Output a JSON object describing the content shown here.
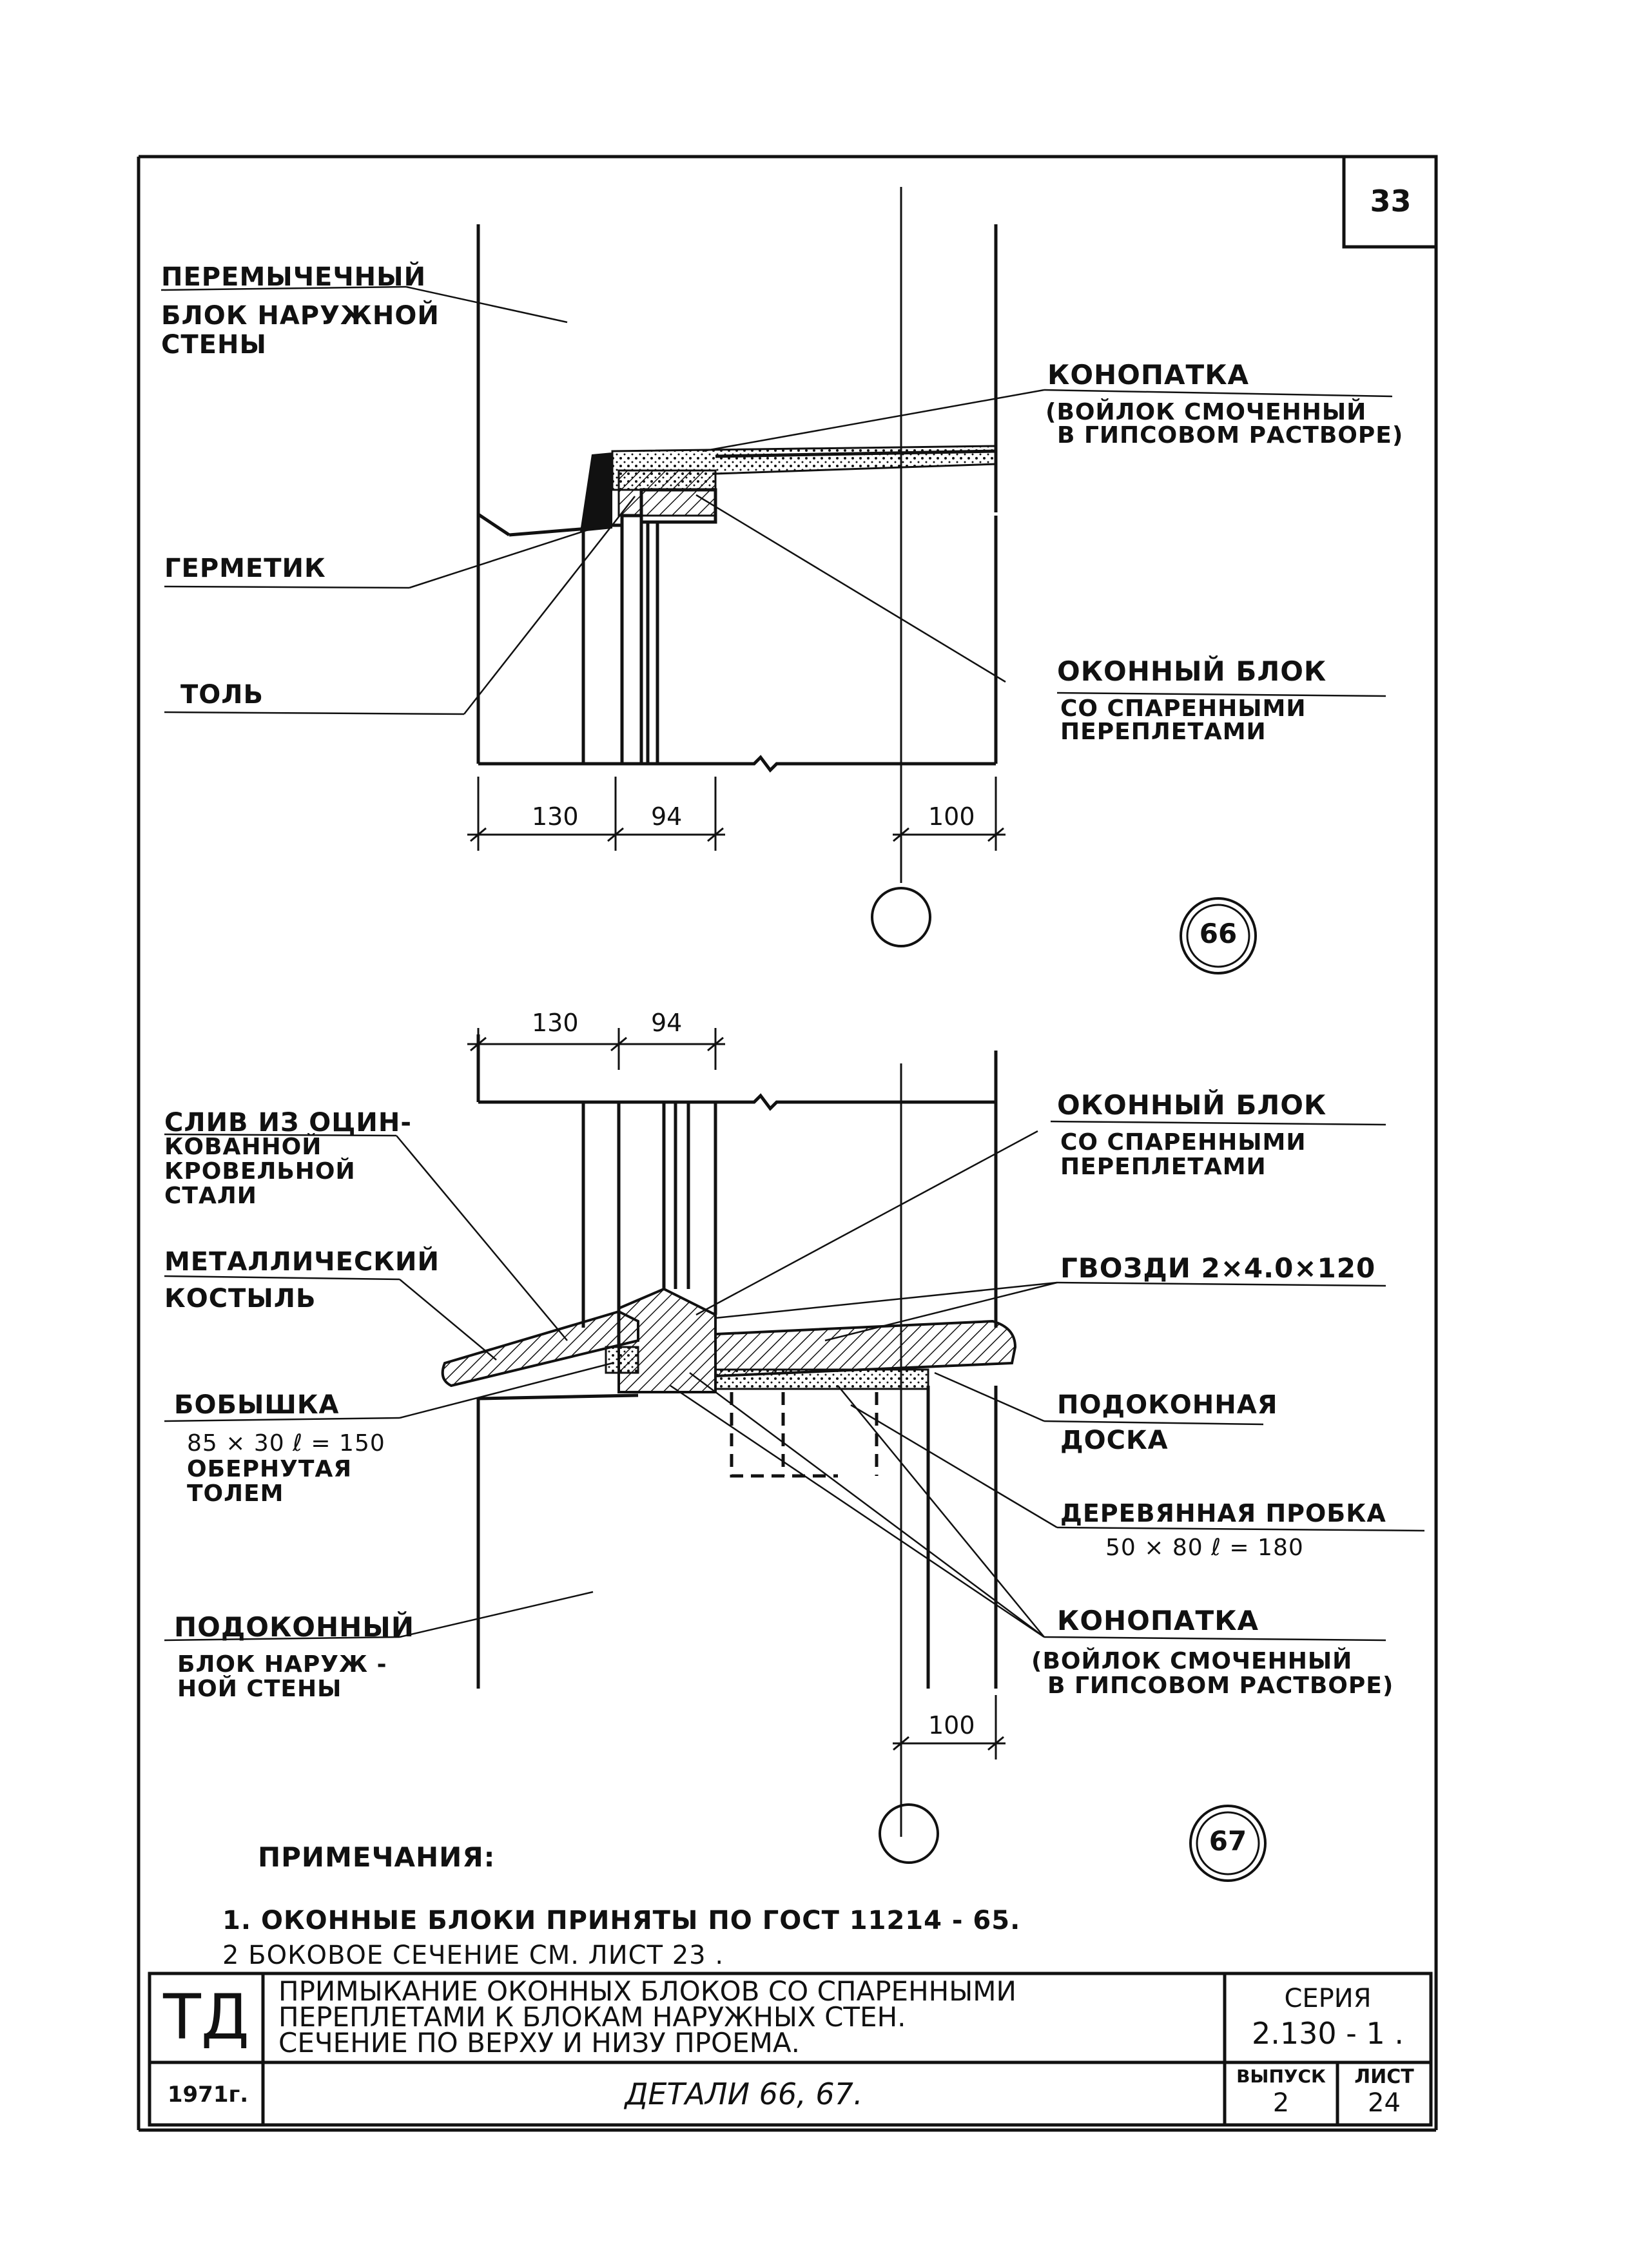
{
  "sheet_number": "33",
  "upper_detail": {
    "number": "66",
    "labels": {
      "lintel_block": [
        "ПЕРЕМЫЧЕЧНЫЙ",
        "БЛОК НАРУЖНОЙ",
        "СТЕНЫ"
      ],
      "caulk_title": "КОНОПАТКА",
      "caulk_desc": [
        "(ВОЙЛОК СМОЧЕННЫЙ",
        "В ГИПСОВОМ РАСТВОРЕ)"
      ],
      "sealant": "ГЕРМЕТИК",
      "tol": "ТОЛЬ",
      "window_title": "ОКОННЫЙ БЛОК",
      "window_desc": [
        "СО СПАРЕННЫМИ",
        "ПЕРЕПЛЕТАМИ"
      ]
    },
    "dims": [
      "130",
      "94",
      "100"
    ]
  },
  "lower_detail": {
    "number": "67",
    "dims_top": [
      "130",
      "94"
    ],
    "dim_bottom": "100",
    "labels": {
      "drip": [
        "СЛИВ ИЗ ОЦИН-",
        "КОВАННОЙ",
        "КРОВЕЛЬНОЙ",
        "СТАЛИ"
      ],
      "crutch": [
        "МЕТАЛЛИЧЕСКИЙ",
        "КОСТЫЛЬ"
      ],
      "boss_title": "БОБЫШКА",
      "boss_desc": [
        "85 × 30  ℓ = 150",
        "ОБЕРНУТАЯ",
        "ТОЛЕМ"
      ],
      "sill_block": [
        "ПОДОКОННЫЙ",
        "БЛОК НАРУЖ -",
        "НОЙ СТЕНЫ"
      ],
      "window_title": "ОКОННЫЙ  БЛОК",
      "window_desc": [
        "СО  СПАРЕННЫМИ",
        "ПЕРЕПЛЕТАМИ"
      ],
      "nails": "ГВОЗДИ  2×4.0×120",
      "sill_board": [
        "ПОДОКОННАЯ",
        "ДОСКА"
      ],
      "plug_title": "ДЕРЕВЯННАЯ  ПРОБКА",
      "plug_desc": "50 × 80     ℓ = 180",
      "caulk_title": "КОНОПАТКА",
      "caulk_desc": [
        "(ВОЙЛОК СМОЧЕННЫЙ",
        "В ГИПСОВОМ РАСТВОРЕ)"
      ]
    }
  },
  "notes": {
    "heading": "ПРИМЕЧАНИЯ:",
    "items": [
      "1. ОКОННЫЕ БЛОКИ ПРИНЯТЫ ПО ГОСТ  11214 - 65.",
      "2  БОКОВОЕ  СЕЧЕНИЕ  СМ.  ЛИСТ 23 ."
    ]
  },
  "title_block": {
    "org": "ТД",
    "year": "1971г.",
    "title_lines": [
      "ПРИМЫКАНИЕ  ОКОННЫХ  БЛОКОВ СО СПАРЕННЫМИ",
      "ПЕРЕПЛЕТАМИ  К  БЛОКАМ  НАРУЖНЫХ  СТЕН.",
      "СЕЧЕНИЕ  ПО  ВЕРХУ   И   НИЗУ   ПРОЕМА."
    ],
    "subtitle": "ДЕТАЛИ  66, 67.",
    "series_label": "СЕРИЯ",
    "series_value": "2.130 - 1 .",
    "issue_label": "ВЫПУСК",
    "issue_value": "2",
    "sheet_label": "ЛИСТ",
    "sheet_value": "24"
  }
}
